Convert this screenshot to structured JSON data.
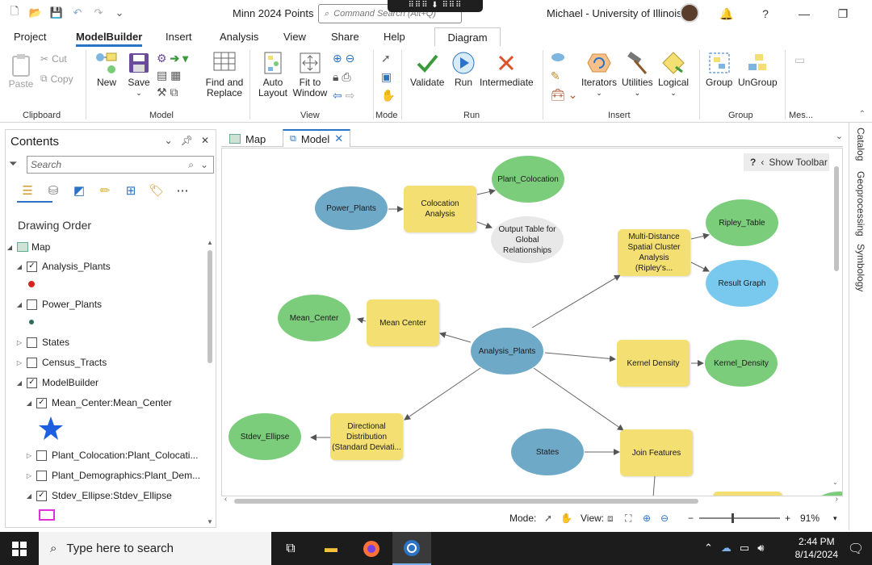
{
  "window": {
    "title": "Minn 2024 Points",
    "command_search_placeholder": "Command Search (Alt+Q)",
    "user": "Michael - University of Illinois",
    "help": "?"
  },
  "ribbon_tabs": [
    "Project",
    "ModelBuilder",
    "Insert",
    "Analysis",
    "View",
    "Share",
    "Help"
  ],
  "context_tab": "Diagram",
  "ribbon": {
    "clipboard": {
      "label": "Clipboard",
      "paste": "Paste",
      "cut": "Cut",
      "copy": "Copy"
    },
    "model": {
      "label": "Model",
      "new": "New",
      "save": "Save",
      "find_replace": "Find and Replace"
    },
    "view": {
      "label": "View",
      "auto_layout": "Auto Layout",
      "fit_window": "Fit to Window"
    },
    "mode": {
      "label": "Mode"
    },
    "run": {
      "label": "Run",
      "validate": "Validate",
      "run": "Run",
      "intermediate": "Intermediate"
    },
    "insert": {
      "label": "Insert",
      "iterators": "Iterators",
      "utilities": "Utilities",
      "logical": "Logical"
    },
    "group": {
      "label": "Group",
      "group": "Group",
      "ungroup": "UnGroup"
    },
    "messages": {
      "label": "Mes..."
    }
  },
  "contents": {
    "title": "Contents",
    "search_placeholder": "Search",
    "drawing_order": "Drawing Order",
    "items": [
      {
        "label": "Map",
        "checked": null
      },
      {
        "label": "Analysis_Plants",
        "checked": true
      },
      {
        "label": "Power_Plants",
        "checked": false
      },
      {
        "label": "States",
        "checked": false
      },
      {
        "label": "Census_Tracts",
        "checked": false
      },
      {
        "label": "ModelBuilder",
        "checked": true
      },
      {
        "label": "Mean_Center:Mean_Center",
        "checked": true
      },
      {
        "label": "Plant_Colocation:Plant_Colocati...",
        "checked": false
      },
      {
        "label": "Plant_Demographics:Plant_Dem...",
        "checked": false
      },
      {
        "label": "Stdev_Ellipse:Stdev_Ellipse",
        "checked": true
      }
    ]
  },
  "view_tabs": [
    {
      "label": "Map"
    },
    {
      "label": "Model"
    }
  ],
  "canvas": {
    "show_toolbar": "Show Toolbar",
    "nodes": {
      "power_plants": "Power_Plants",
      "colocation": "Colocation Analysis",
      "plant_colocation": "Plant_Colocation",
      "output_table": "Output Table for Global Relationships",
      "ripley_tool": "Multi-Distance Spatial Cluster Analysis (Ripley's...",
      "ripley_table": "Ripley_Table",
      "result_graph": "Result Graph",
      "mean_center_out": "Mean_Center",
      "mean_center_tool": "Mean Center",
      "analysis_plants": "Analysis_Plants",
      "kernel_tool": "Kernel Density",
      "kernel_out": "Kernel_Density",
      "stdev_out": "Stdev_Ellipse",
      "directional": "Directional Distribution (Standard Deviati...",
      "states": "States",
      "join": "Join Features"
    }
  },
  "status": {
    "mode_label": "Mode:",
    "view_label": "View:",
    "zoom": "91%"
  },
  "right_tabs": [
    "Catalog",
    "Geoprocessing",
    "Symbology"
  ],
  "taskbar": {
    "search_placeholder": "Type here to search",
    "time": "2:44 PM",
    "date": "8/14/2024"
  },
  "colors": {
    "accent": "#2a73c5",
    "data_blue": "#6fa9c8",
    "output_green": "#7ccd7b",
    "tool_yellow": "#f3df72"
  }
}
